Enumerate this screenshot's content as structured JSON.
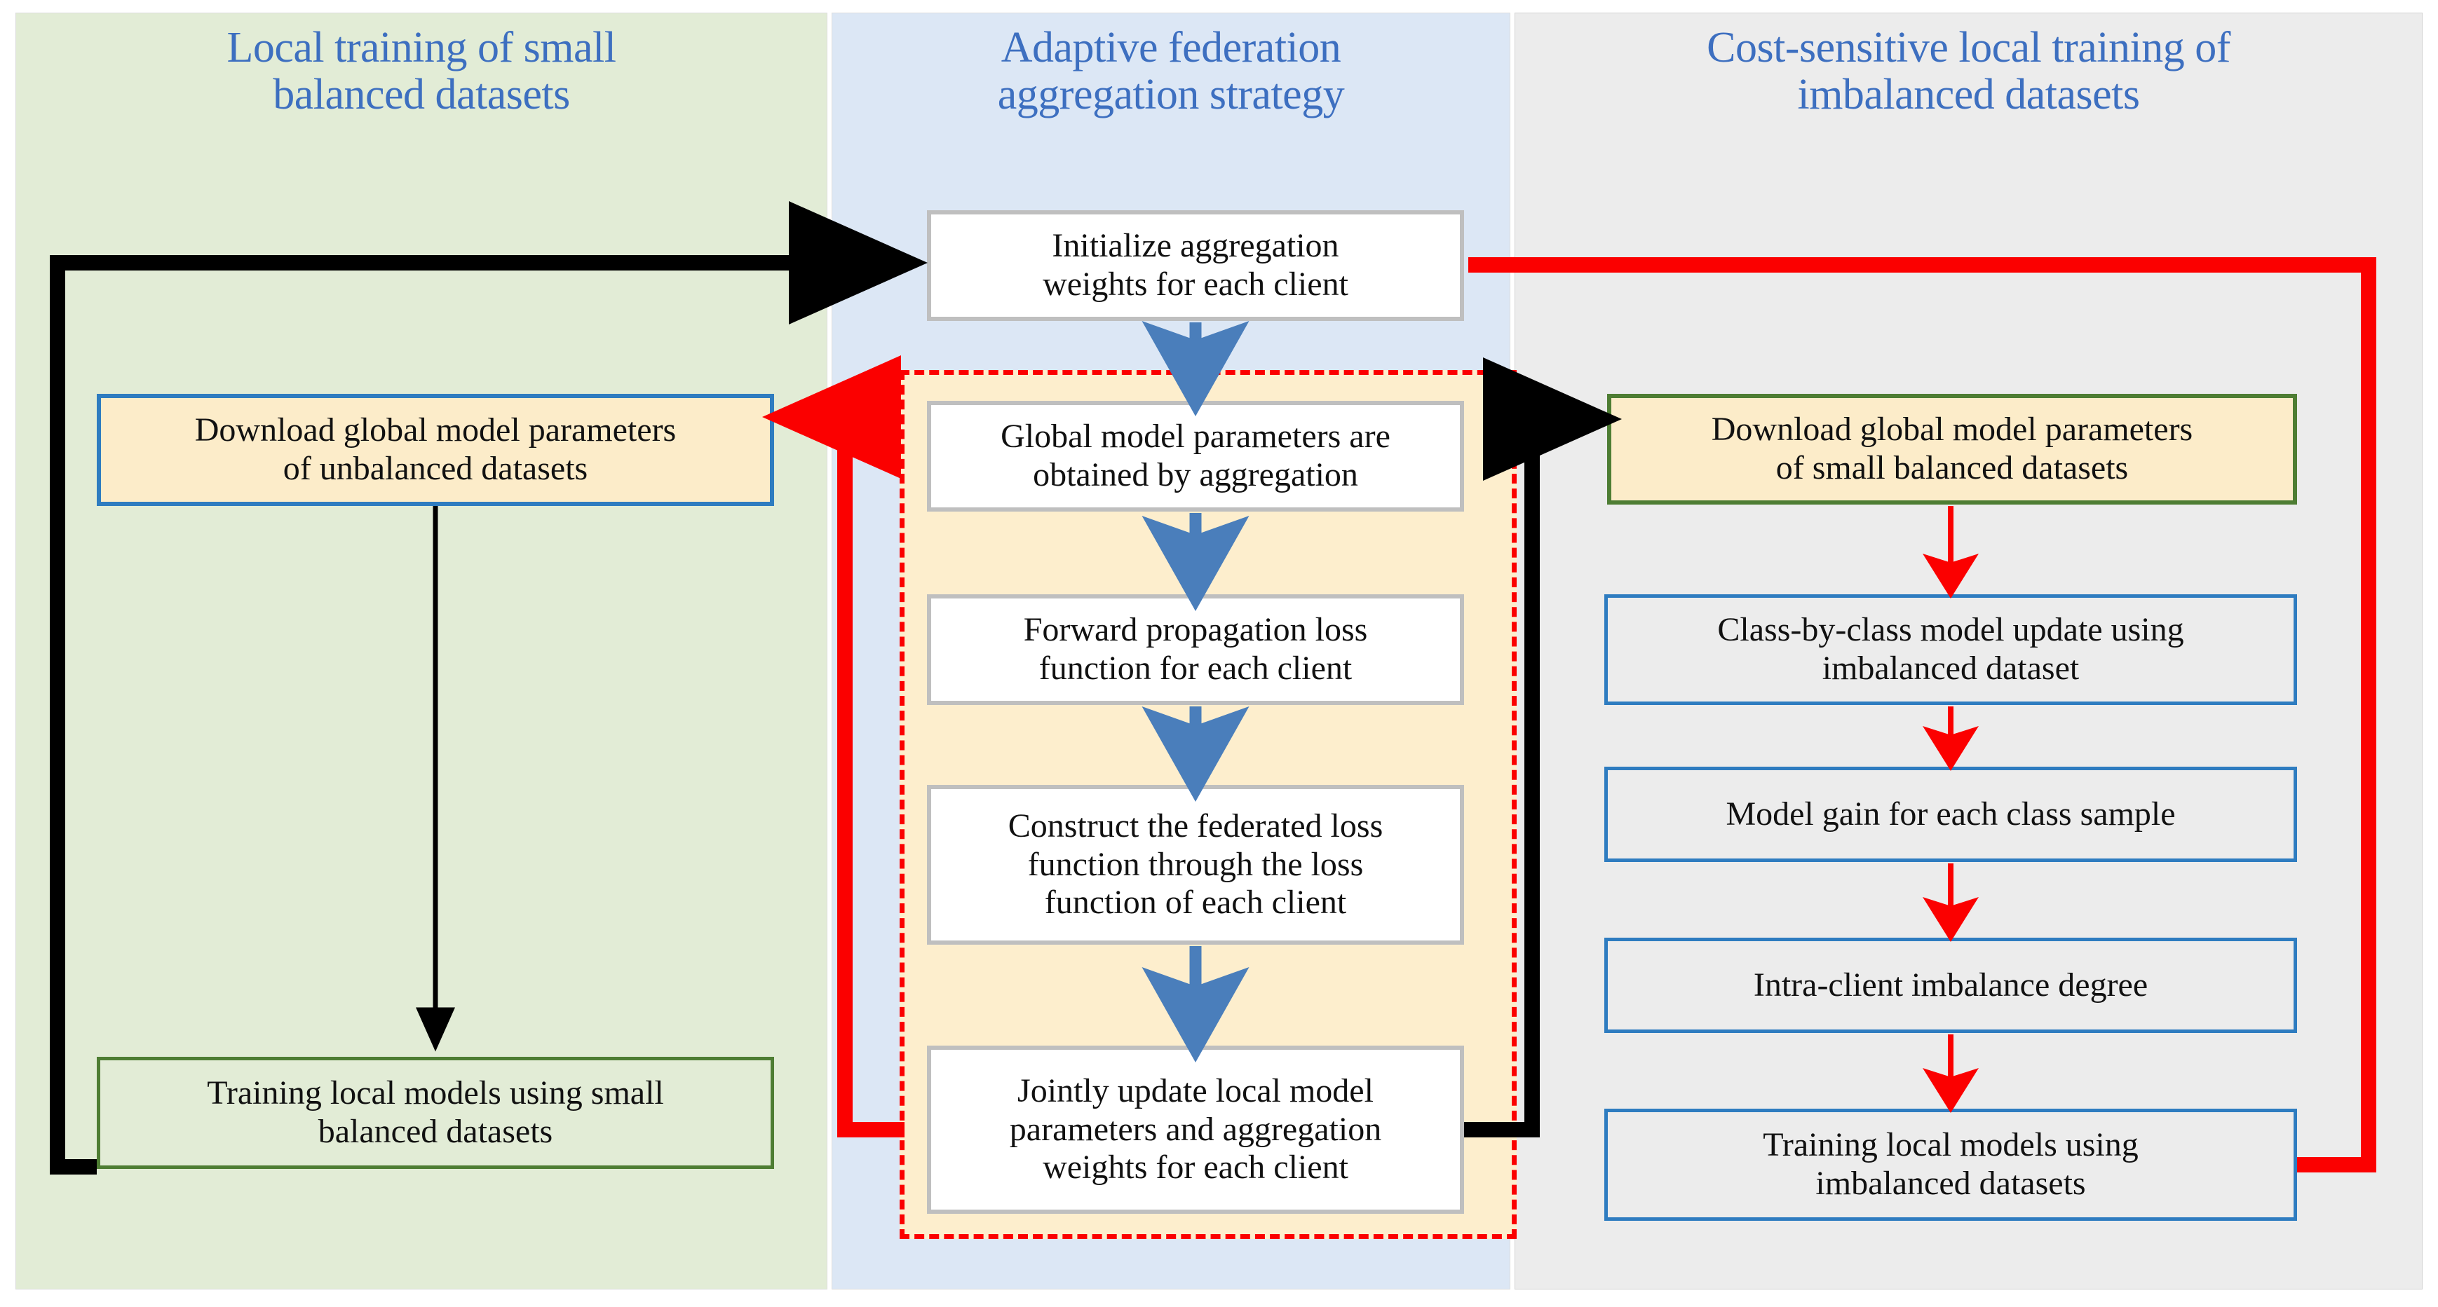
{
  "panels": [
    {
      "id": "left",
      "title": "Local training of small\nbalanced datasets",
      "bg": "#e2ecd6"
    },
    {
      "id": "center",
      "title": "Adaptive federation\naggregation strategy",
      "bg": "#dce7f5"
    },
    {
      "id": "right",
      "title": "Cost-sensitive local training of\nimbalanced datasets",
      "bg": "#ececec"
    }
  ],
  "boxes": {
    "left": [
      {
        "name": "download-global-model-params-unbalanced",
        "text": "Download global model parameters\nof unbalanced datasets",
        "border": "#2e7cc0",
        "fill": "#fcecc9"
      },
      {
        "name": "training-local-models-small-balanced",
        "text": "Training local models using small\nbalanced datasets",
        "border": "#4e7d33",
        "fill": "transparent"
      }
    ],
    "center": [
      {
        "name": "initialize-aggregation-weights",
        "text": "Initialize aggregation\nweights for each client",
        "border": "#bfbfbf",
        "fill": "#ffffff"
      },
      {
        "name": "global-model-params-aggregation",
        "text": "Global model parameters are\nobtained by aggregation",
        "border": "#bfbfbf",
        "fill": "#ffffff"
      },
      {
        "name": "forward-propagation-loss-function",
        "text": "Forward propagation loss\nfunction for each client",
        "border": "#bfbfbf",
        "fill": "#ffffff"
      },
      {
        "name": "construct-federated-loss-function",
        "text": "Construct the federated loss\nfunction   through  the loss\nfunction of each client",
        "border": "#bfbfbf",
        "fill": "#ffffff"
      },
      {
        "name": "jointly-update-local-model-params",
        "text": "Jointly update  local model\nparameters and aggregation\nweights for each client",
        "border": "#bfbfbf",
        "fill": "#ffffff"
      }
    ],
    "right": [
      {
        "name": "download-global-model-params-small-balanced",
        "text": "Download global model parameters\nof small balanced datasets",
        "border": "#4e7d33",
        "fill": "#fcecc9"
      },
      {
        "name": "class-by-class-model-update",
        "text": "Class-by-class model update using\nimbalanced dataset",
        "border": "#2e7cc0",
        "fill": "transparent"
      },
      {
        "name": "model-gain-each-class-sample",
        "text": "Model gain for each class sample",
        "border": "#2e7cc0",
        "fill": "transparent"
      },
      {
        "name": "intra-client-imbalance-degree",
        "text": "Intra-client  imbalance degree",
        "border": "#2e7cc0",
        "fill": "transparent"
      },
      {
        "name": "training-local-models-imbalanced",
        "text": "Training local models using\nimbalanced datasets",
        "border": "#2e7cc0",
        "fill": "transparent"
      }
    ]
  },
  "colors": {
    "title_blue": "#3d6fc0",
    "arrow_black": "#000000",
    "arrow_red": "#fb0000",
    "arrow_blue": "#4a7ebb",
    "dashed_border": "#fb0000",
    "dashed_fill": "#fdeecd"
  },
  "connectors": [
    {
      "name": "black-arrow-left-loop-to-initialize",
      "color": "#000000",
      "from": "training-local-models-small-balanced",
      "to": "initialize-aggregation-weights"
    },
    {
      "name": "black-arrow-download-to-training-left",
      "color": "#000000",
      "from": "download-global-model-params-unbalanced",
      "to": "training-local-models-small-balanced"
    },
    {
      "name": "blue-arrow-initialize-to-global",
      "color": "#4a7ebb",
      "from": "initialize-aggregation-weights",
      "to": "global-model-params-aggregation"
    },
    {
      "name": "blue-arrow-global-to-forward",
      "color": "#4a7ebb",
      "from": "global-model-params-aggregation",
      "to": "forward-propagation-loss-function"
    },
    {
      "name": "blue-arrow-forward-to-construct",
      "color": "#4a7ebb",
      "from": "forward-propagation-loss-function",
      "to": "construct-federated-loss-function"
    },
    {
      "name": "blue-arrow-construct-to-jointly",
      "color": "#4a7ebb",
      "from": "construct-federated-loss-function",
      "to": "jointly-update-local-model-params"
    },
    {
      "name": "red-arrow-jointly-to-download-unbalanced",
      "color": "#fb0000",
      "from": "jointly-update-local-model-params",
      "to": "download-global-model-params-unbalanced"
    },
    {
      "name": "black-arrow-jointly-to-download-small-balanced",
      "color": "#000000",
      "from": "jointly-update-local-model-params",
      "to": "download-global-model-params-small-balanced"
    },
    {
      "name": "red-arrow-download-to-class-by-class",
      "color": "#fb0000",
      "from": "download-global-model-params-small-balanced",
      "to": "class-by-class-model-update"
    },
    {
      "name": "red-arrow-class-to-model-gain",
      "color": "#fb0000",
      "from": "class-by-class-model-update",
      "to": "model-gain-each-class-sample"
    },
    {
      "name": "red-arrow-model-gain-to-intra-client",
      "color": "#fb0000",
      "from": "model-gain-each-class-sample",
      "to": "intra-client-imbalance-degree"
    },
    {
      "name": "red-arrow-intra-client-to-training",
      "color": "#fb0000",
      "from": "intra-client-imbalance-degree",
      "to": "training-local-models-imbalanced"
    },
    {
      "name": "red-line-initialize-to-training-imbalanced",
      "color": "#fb0000",
      "from": "initialize-aggregation-weights",
      "to": "training-local-models-imbalanced"
    }
  ]
}
